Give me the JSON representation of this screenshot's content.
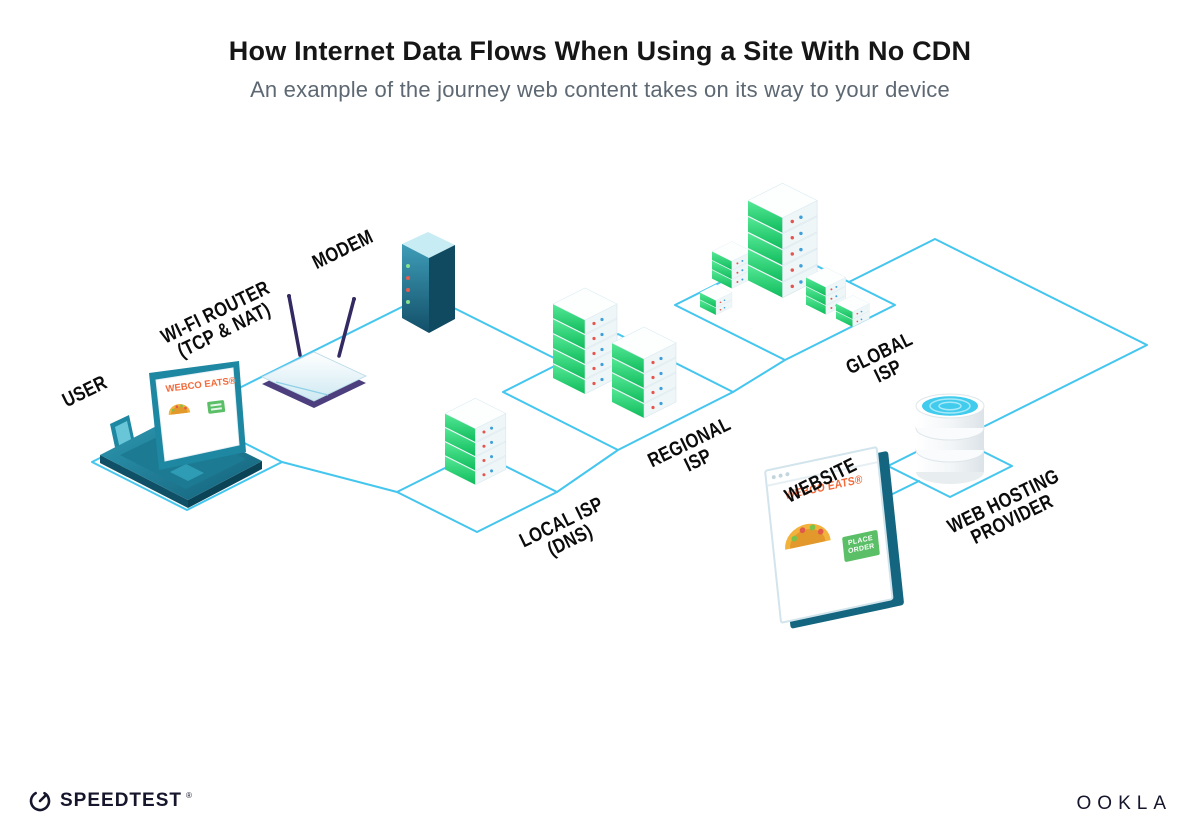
{
  "header": {
    "title": "How Internet Data Flows When Using a Site With No CDN",
    "subtitle": "An example of the journey web content takes on its way to your device"
  },
  "labels": {
    "user": "USER",
    "router_line1": "WI-FI ROUTER",
    "router_line2": "(TCP & NAT)",
    "modem": "MODEM",
    "local_isp_line1": "LOCAL ISP",
    "local_isp_line2": "(DNS)",
    "regional_isp_line1": "REGIONAL",
    "regional_isp_line2": "ISP",
    "global_isp_line1": "GLOBAL",
    "global_isp_line2": "ISP",
    "website": "WEBSITE",
    "hosting_line1": "WEB HOSTING",
    "hosting_line2": "PROVIDER"
  },
  "laptop_screen": {
    "brand": "WEBCO EATS®"
  },
  "website_window": {
    "brand": "WEBCO EATS®",
    "order_line1": "PLACE",
    "order_line2": "ORDER"
  },
  "footer": {
    "speedtest": "SPEEDTEST",
    "registered": "®",
    "ookla": "OOKLA"
  },
  "icons": {
    "taco": "taco-icon",
    "speedtest_gauge": "gauge-icon"
  },
  "colors": {
    "wire": "#45C6EE",
    "server_green": "#21CE6C",
    "device_teal": "#1E7F99",
    "brand_orange": "#F26A3A",
    "button_green": "#5ABF66",
    "ink": "#15152B"
  }
}
